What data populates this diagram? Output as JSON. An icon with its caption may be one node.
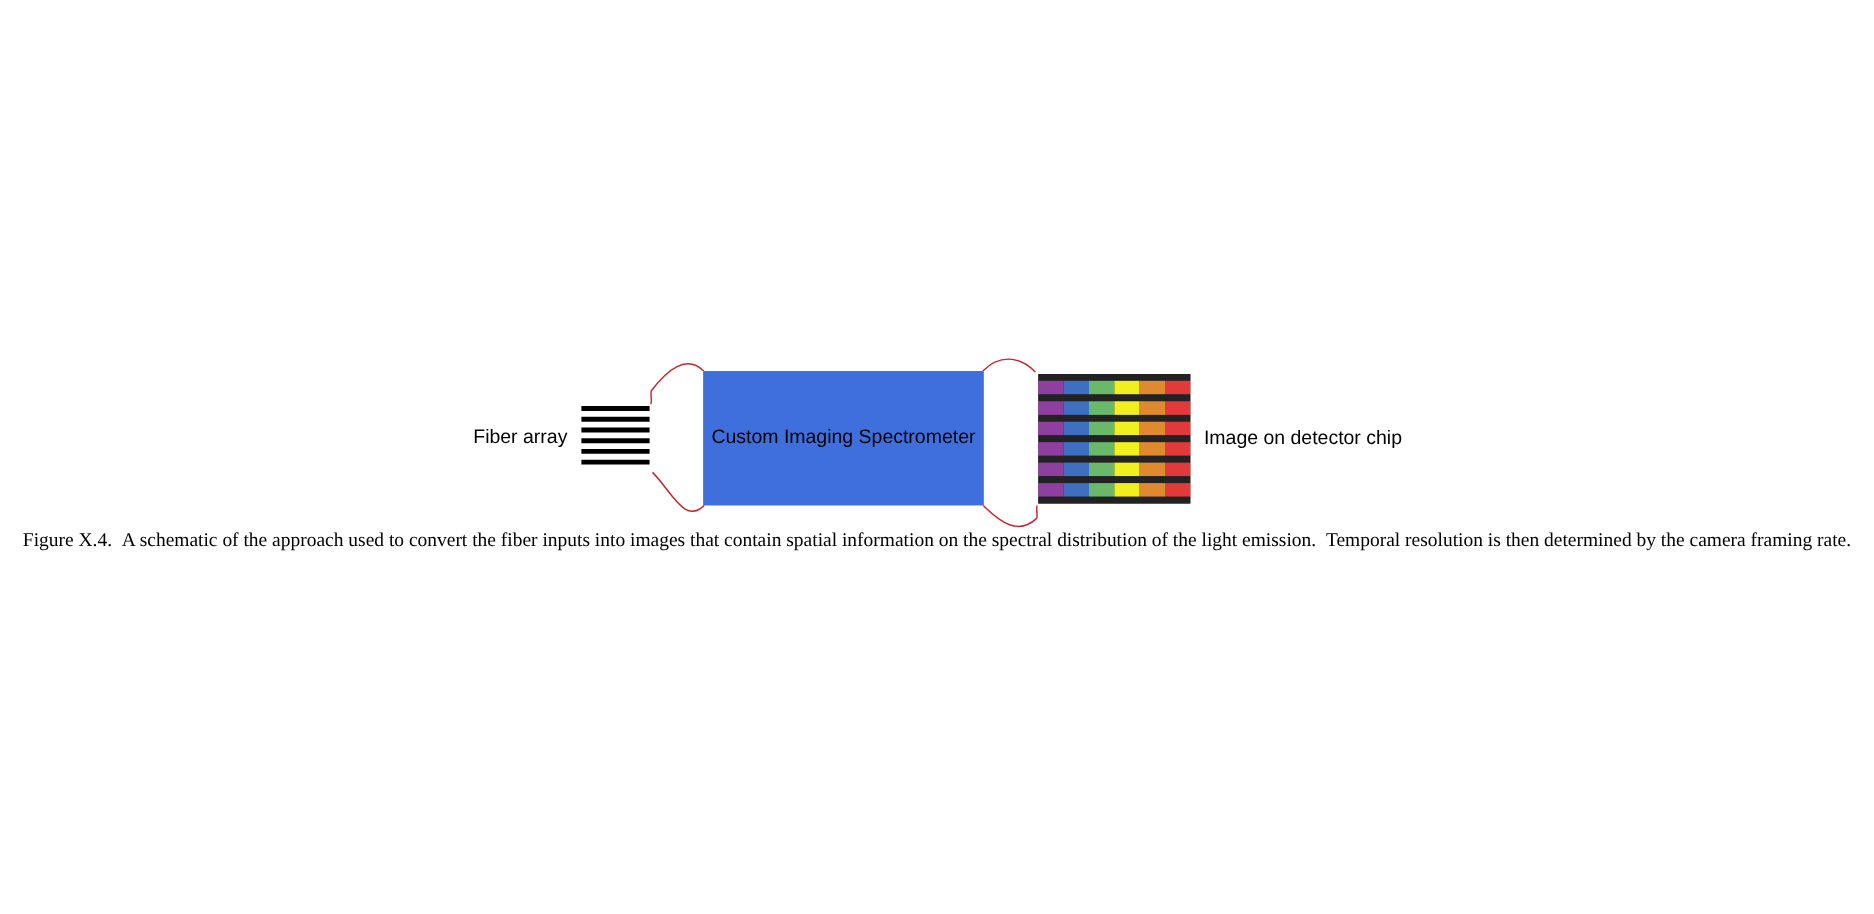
{
  "diagram": {
    "caption": "Figure X.4.  A schematic of the approach used to convert the fiber inputs into images that contain spatial information on the spectral distribution of the light emission.  Temporal resolution is then determined by the camera framing rate.",
    "nodes": [
      {
        "text": [],
        "shape": "picture",
        "beside": [
          "Fiber array"
        ]
      },
      {
        "text": [
          "Custom Imaging Spectrometer"
        ]
      },
      {
        "text": [],
        "shape": "picture",
        "beside": [
          "Image on detector chip"
        ]
      }
    ],
    "edges": [
      {
        "from": 0,
        "to": 1,
        "arrow": "none"
      },
      {
        "from": 0,
        "to": 1,
        "arrow": "none"
      },
      {
        "from": 1,
        "to": 2,
        "arrow": "none"
      },
      {
        "from": 1,
        "to": 2,
        "arrow": "none"
      }
    ]
  }
}
